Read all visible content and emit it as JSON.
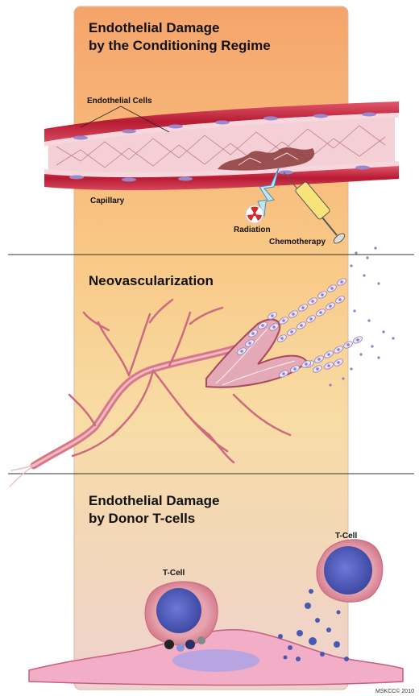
{
  "panel1": {
    "title_line1": "Endothelial Damage",
    "title_line2": "by the Conditioning Regime",
    "label_endothelial_cells": "Endothelial Cells",
    "label_capillary": "Capillary",
    "label_radiation": "Radiation",
    "label_chemotherapy": "Chemotherapy"
  },
  "panel2": {
    "title": "Neovascularization"
  },
  "panel3": {
    "title_line1": "Endothelial Damage",
    "title_line2": "by Donor T-cells",
    "label_tcell_left": "T-Cell",
    "label_tcell_right": "T-Cell"
  },
  "credit": "MSKCC© 2010",
  "colors": {
    "panel_top": "#f5a46a",
    "panel_bottom": "#f3d7cf",
    "vessel_wall": "#c8243a",
    "vessel_lumen": "#f2c6cf",
    "cell_nucleus": "#8e7fc9",
    "tcell": "#4a58b5",
    "tcell_membrane": "#d9869a"
  }
}
